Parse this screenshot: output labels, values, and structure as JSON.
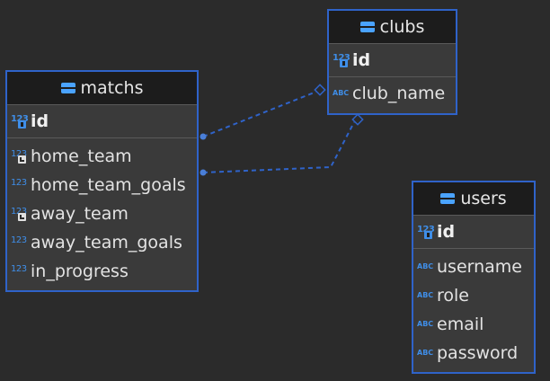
{
  "tables": {
    "clubs": {
      "name": "clubs",
      "pk": {
        "name": "id",
        "type": "123"
      },
      "columns": [
        {
          "name": "club_name",
          "type": "ABC"
        }
      ]
    },
    "matchs": {
      "name": "matchs",
      "pk": {
        "name": "id",
        "type": "123"
      },
      "columns": [
        {
          "name": "home_team",
          "type": "123"
        },
        {
          "name": "home_team_goals",
          "type": "123"
        },
        {
          "name": "away_team",
          "type": "123"
        },
        {
          "name": "away_team_goals",
          "type": "123"
        },
        {
          "name": "in_progress",
          "type": "123"
        }
      ]
    },
    "users": {
      "name": "users",
      "pk": {
        "name": "id",
        "type": "123"
      },
      "columns": [
        {
          "name": "username",
          "type": "ABC"
        },
        {
          "name": "role",
          "type": "ABC"
        },
        {
          "name": "email",
          "type": "ABC"
        },
        {
          "name": "password",
          "type": "ABC"
        }
      ]
    }
  },
  "relationships": [
    {
      "from": "matchs.home_team",
      "to": "clubs.id"
    },
    {
      "from": "matchs.away_team",
      "to": "clubs.id"
    }
  ],
  "colors": {
    "background": "#2b2b2b",
    "table_border": "#2f63c9",
    "header_bg": "#1c1c1c",
    "type_icon": "#3f8ee8",
    "link": "#2f63c9"
  }
}
